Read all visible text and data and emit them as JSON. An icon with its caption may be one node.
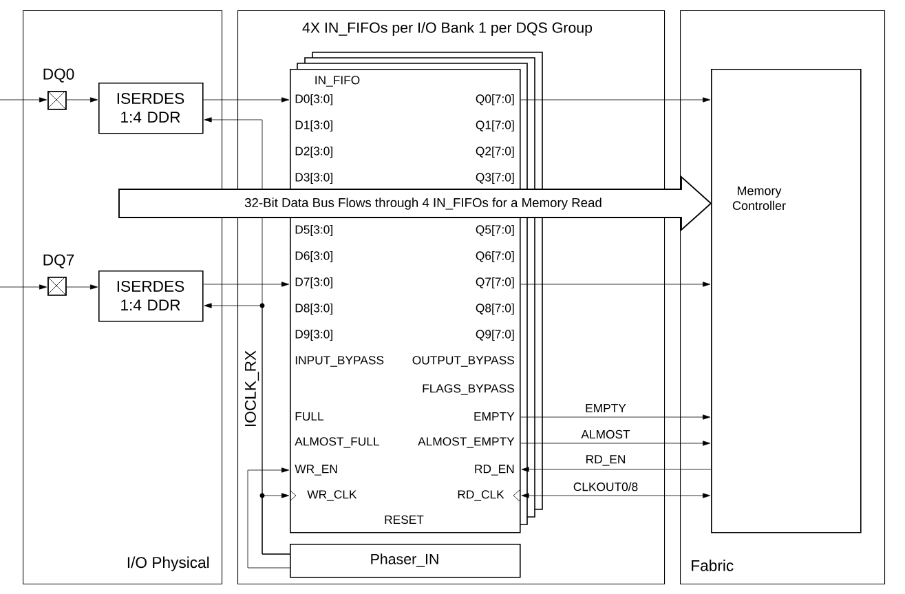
{
  "diagram": {
    "nodes": [
      {
        "text": [
          "I/O Physical"
        ]
      },
      {
        "text": [
          "4X IN_FIFOs per I/O Bank 1 per DQS Group"
        ]
      },
      {
        "text": [
          "Fabric"
        ]
      },
      {
        "text": [],
        "shape": "box",
        "beside": [
          "DQ0"
        ],
        "in": 0
      },
      {
        "text": [
          "ISERDES 1:4 DDR"
        ],
        "in": 0
      },
      {
        "text": [],
        "shape": "box",
        "beside": [
          "DQ7"
        ],
        "in": 0
      },
      {
        "text": [
          "ISERDES 1:4 DDR"
        ],
        "in": 0
      },
      {
        "text": [
          "IN_FIFO",
          "D0[3:0]",
          "Q0[7:0]",
          "D1[3:0]",
          "Q1[7:0]",
          "D2[3:0]",
          "Q2[7:0]",
          "D3[3:0]",
          "Q3[7:0]",
          "D5[3:0]",
          "Q5[7:0]",
          "D6[3:0]",
          "Q6[7:0]",
          "D7[3:0]",
          "Q7[7:0]",
          "D8[3:0]",
          "Q8[7:0]",
          "D9[3:0]",
          "Q9[7:0]",
          "INPUT_BYPASS",
          "OUTPUT_BYPASS",
          "FLAGS_BYPASS",
          "FULL",
          "EMPTY",
          "ALMOST_FULL",
          "ALMOST_EMPTY",
          "WR_EN",
          "RD_EN",
          "WR_CLK",
          "RD_CLK",
          "RESET"
        ],
        "in": 1
      },
      {
        "text": [
          "Phaser_IN"
        ],
        "in": 1
      },
      {
        "text": [
          "Memory Controller"
        ],
        "in": 2
      }
    ],
    "edges": [
      {
        "from": null,
        "to": 3,
        "arrow": "to"
      },
      {
        "from": 3,
        "to": 4,
        "arrow": "to"
      },
      {
        "from": null,
        "to": 5,
        "arrow": "to"
      },
      {
        "from": 5,
        "to": 6,
        "arrow": "to"
      },
      {
        "from": 4,
        "to": 7,
        "arrow": "to"
      },
      {
        "from": 6,
        "to": 7,
        "arrow": "to"
      },
      {
        "from": 8,
        "to": 4,
        "arrow": "to"
      },
      {
        "from": 8,
        "to": 6,
        "arrow": "to"
      },
      {
        "from": 8,
        "to": 7,
        "arrow": "to"
      },
      {
        "from": 8,
        "to": 7,
        "arrow": "to"
      },
      {
        "from": 7,
        "to": 9,
        "arrow": "to"
      },
      {
        "from": 7,
        "to": 9,
        "arrow": "to"
      },
      {
        "from": 7,
        "to": 9,
        "arrow": "to",
        "label": "EMPTY"
      },
      {
        "from": 7,
        "to": 9,
        "arrow": "to",
        "label": "ALMOST"
      },
      {
        "from": 9,
        "to": 7,
        "arrow": "to",
        "label": "RD_EN"
      },
      {
        "from": 7,
        "to": 9,
        "arrow": "both",
        "label": "CLKOUT0/8"
      },
      {
        "from": null,
        "to": 9,
        "arrow": "to",
        "label": "32-Bit Data Bus Flows through 4 IN_FIFOs for a Memory Read",
        "style": "thick"
      }
    ],
    "labels": [
      "IOCLK_RX"
    ]
  }
}
